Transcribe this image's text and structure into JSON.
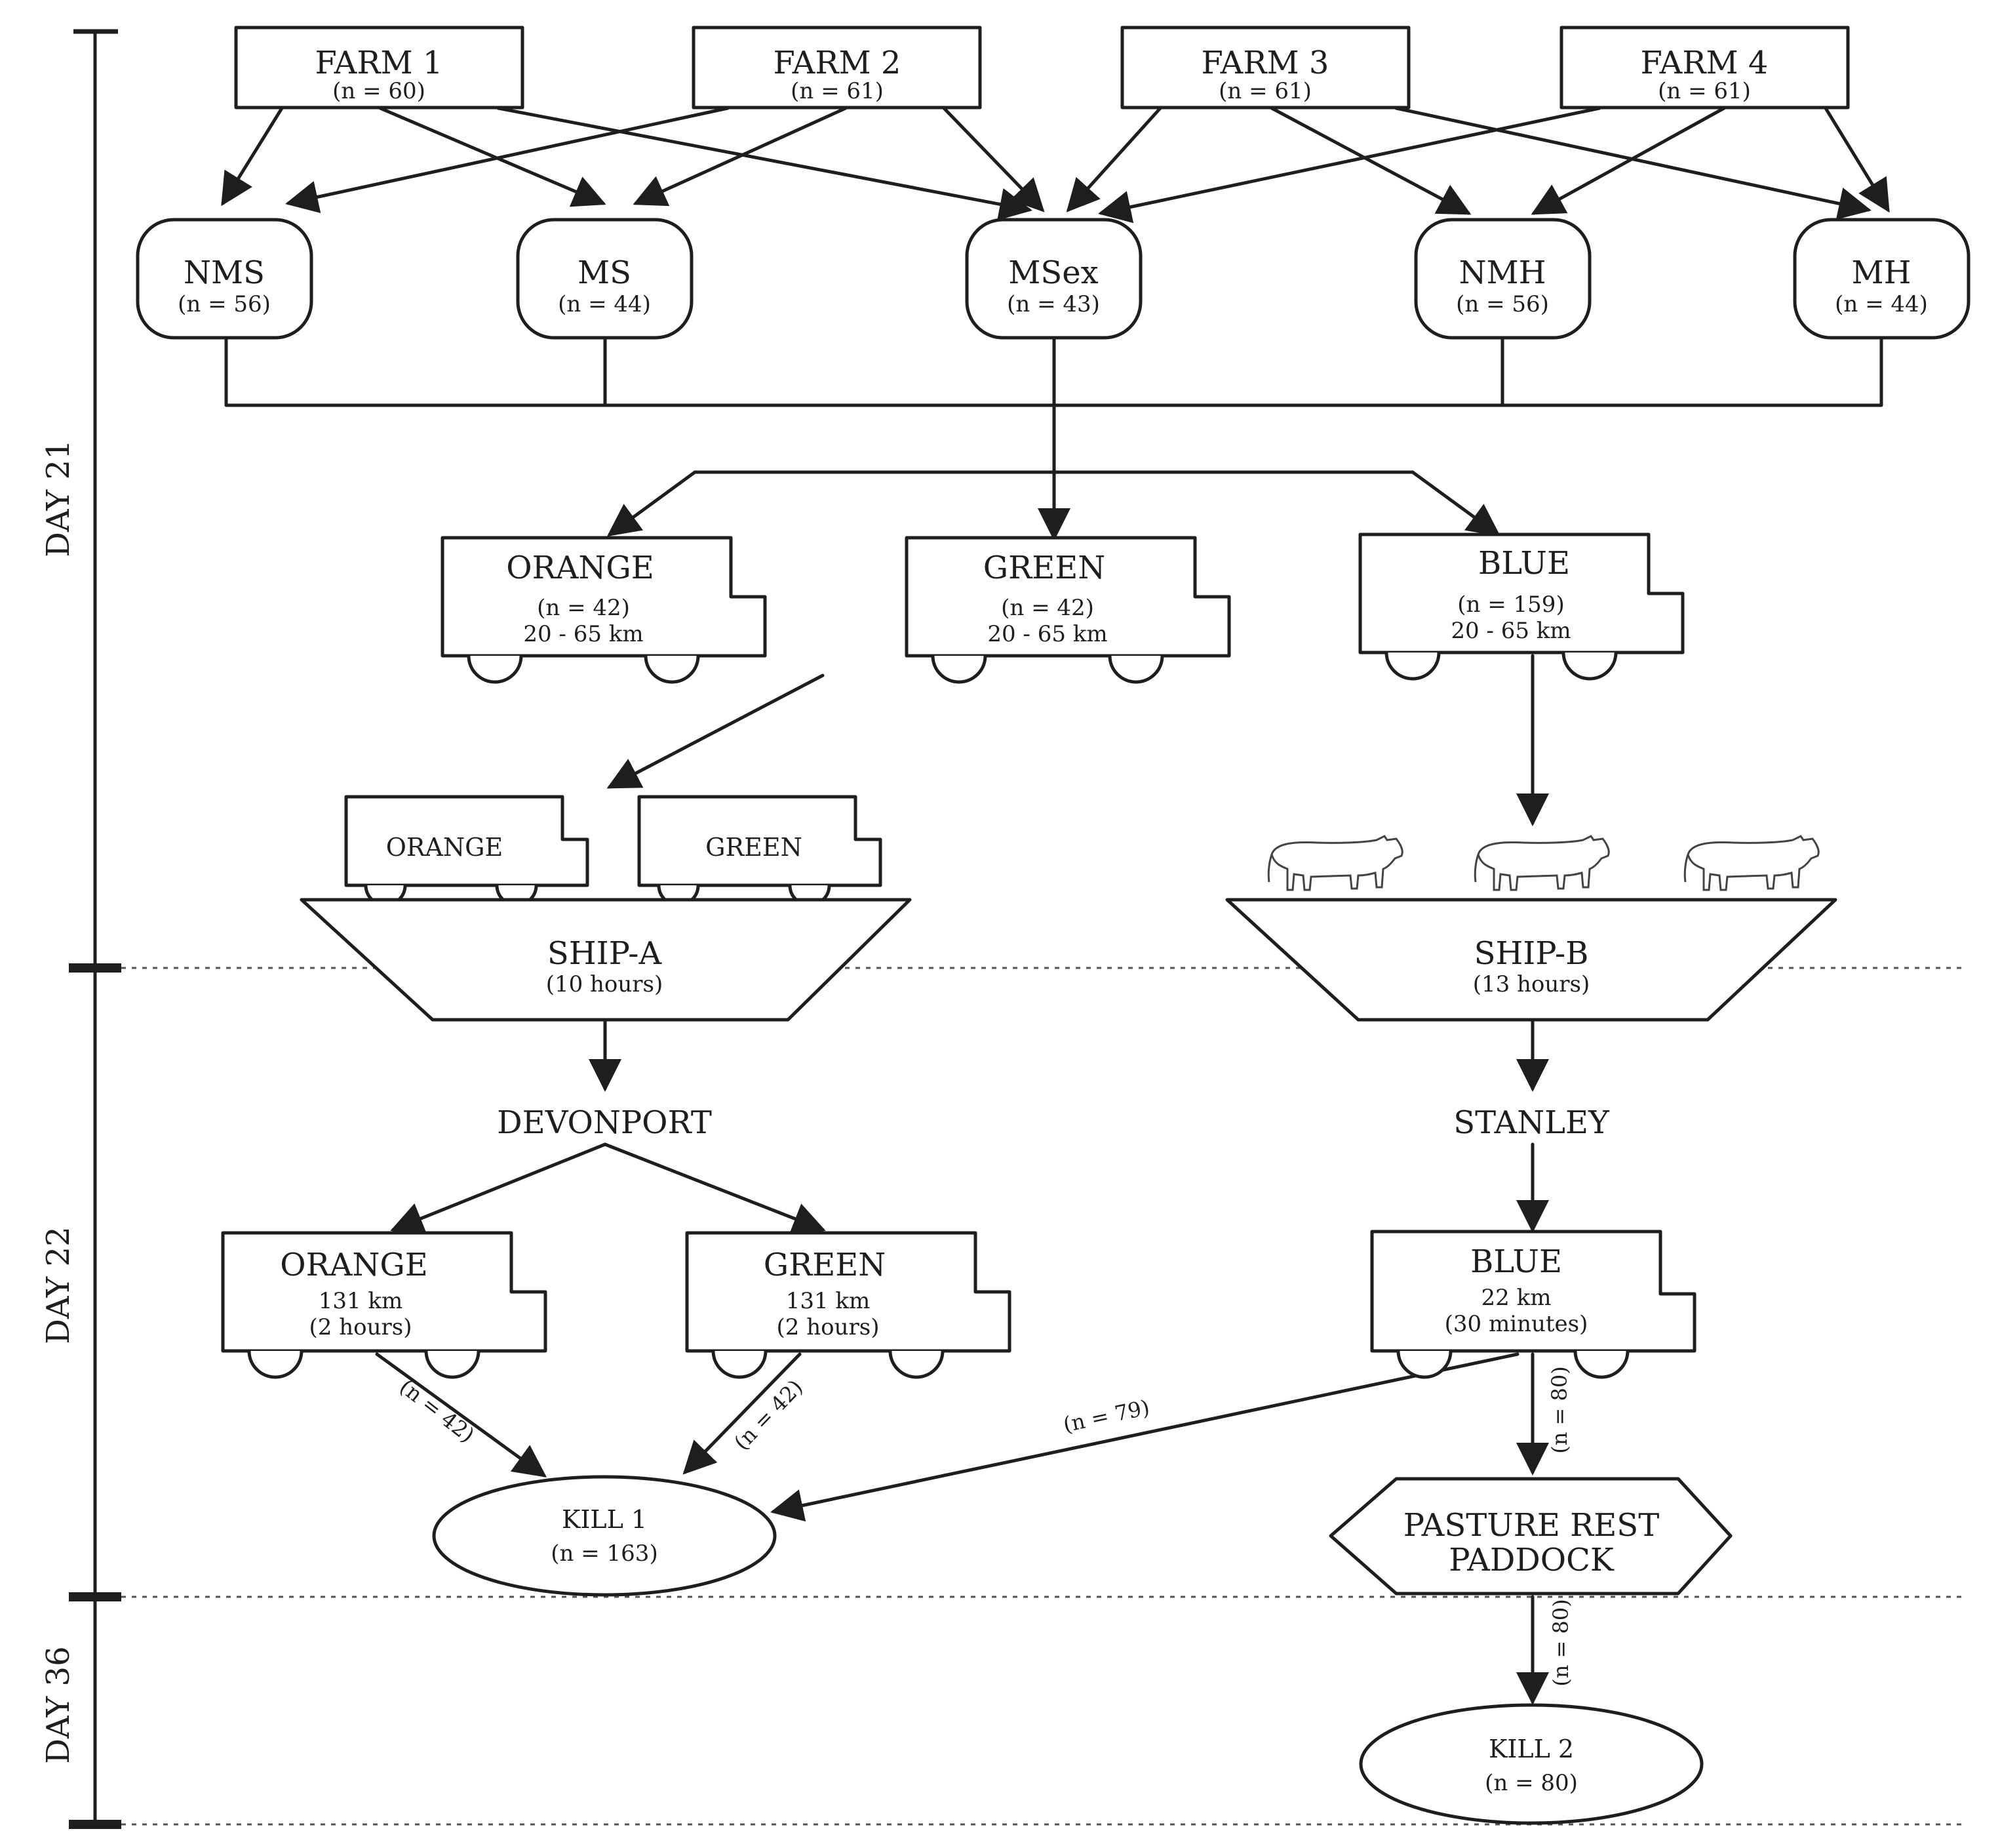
{
  "timeline": {
    "day21": "DAY 21",
    "day22": "DAY 22",
    "day36": "DAY 36"
  },
  "farms": [
    {
      "name": "FARM 1",
      "n": "(n = 60)"
    },
    {
      "name": "FARM 2",
      "n": "(n = 61)"
    },
    {
      "name": "FARM 3",
      "n": "(n = 61)"
    },
    {
      "name": "FARM 4",
      "n": "(n = 61)"
    }
  ],
  "groups": [
    {
      "name": "NMS",
      "n": "(n = 56)"
    },
    {
      "name": "MS",
      "n": "(n = 44)"
    },
    {
      "name": "MSex",
      "n": "(n = 43)"
    },
    {
      "name": "NMH",
      "n": "(n = 56)"
    },
    {
      "name": "MH",
      "n": "(n = 44)"
    }
  ],
  "trucks_day21": [
    {
      "name": "ORANGE",
      "n": "(n = 42)",
      "dist": "20 - 65 km"
    },
    {
      "name": "GREEN",
      "n": "(n = 42)",
      "dist": "20 - 65 km"
    },
    {
      "name": "BLUE",
      "n": "(n = 159)",
      "dist": "20 - 65 km"
    }
  ],
  "ship_trucks": [
    "ORANGE",
    "GREEN"
  ],
  "ship_a": {
    "name": "SHIP-A",
    "duration": "(10 hours)"
  },
  "ship_b": {
    "name": "SHIP-B",
    "duration": "(13 hours)"
  },
  "ports": {
    "devonport": "DEVONPORT",
    "stanley": "STANLEY"
  },
  "trucks_day22": [
    {
      "name": "ORANGE",
      "dist": "131 km",
      "time": "(2 hours)"
    },
    {
      "name": "GREEN",
      "dist": "131 km",
      "time": "(2 hours)"
    },
    {
      "name": "BLUE",
      "dist": "22 km",
      "time": "(30 minutes)"
    }
  ],
  "flow_labels": {
    "orange_kill": "(n = 42)",
    "green_kill": "(n = 42)",
    "blue_kill": "(n = 79)",
    "blue_pasture": "(n = 80)",
    "pasture_kill2": "(n = 80)"
  },
  "kill1": {
    "name": "KILL 1",
    "n": "(n = 163)"
  },
  "pasture": {
    "line1": "PASTURE REST",
    "line2": "PADDOCK"
  },
  "kill2": {
    "name": "KILL 2",
    "n": "(n = 80)"
  }
}
